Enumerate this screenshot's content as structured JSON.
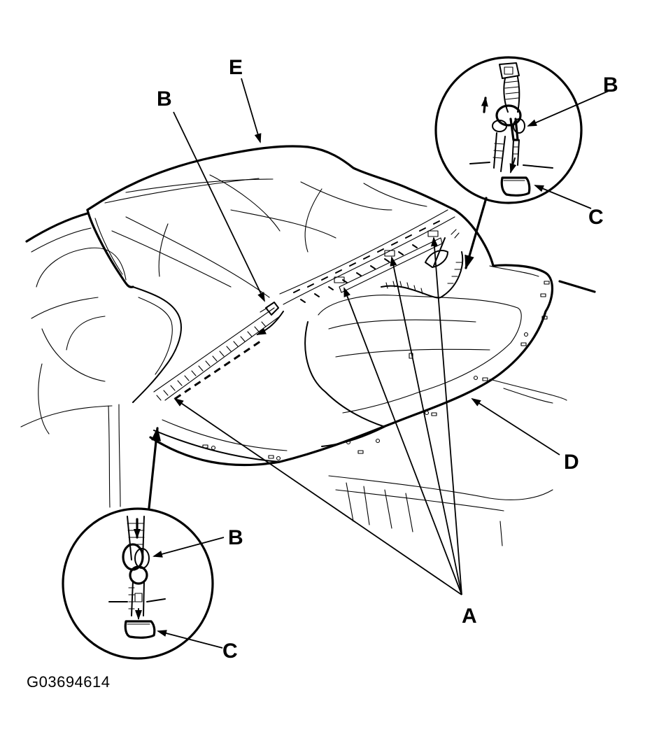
{
  "callouts": {
    "a": "A",
    "b": "B",
    "c": "C",
    "d": "D",
    "e": "E"
  },
  "figure_id": "G03694614",
  "colors": {
    "line": "#000000",
    "background": "#ffffff"
  }
}
